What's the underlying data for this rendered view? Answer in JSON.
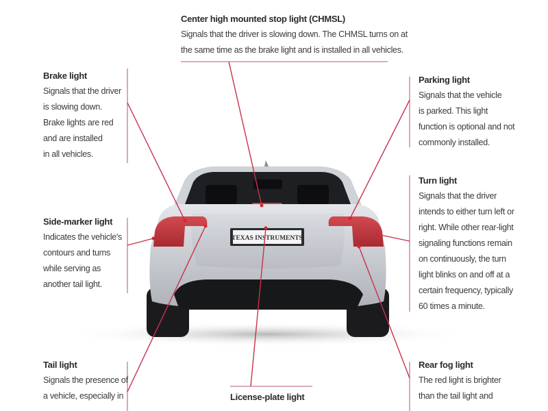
{
  "colors": {
    "leader_line": "#c8314a",
    "bracket_line": "#c87a92",
    "text": "#3a3a3a",
    "title": "#2b2b2b",
    "car_body": "#c9ccd1",
    "tail_light": "#c8343c"
  },
  "car": {
    "license_plate_text": "TEXAS INSTRUMENTS"
  },
  "callouts": {
    "chmsl": {
      "title": "Center high mounted stop light (CHMSL)",
      "lines": [
        "Signals that the driver is slowing down. The CHMSL turns on at",
        "the same time as the brake light and is installed in all vehicles."
      ]
    },
    "brake": {
      "title": "Brake light",
      "lines": [
        "Signals that the driver",
        "is slowing down.",
        "Brake lights are red",
        "and are installed",
        "in all vehicles."
      ]
    },
    "parking": {
      "title": "Parking light",
      "lines": [
        "Signals that the vehicle",
        "is parked. This light",
        "function is optional and not",
        "commonly installed."
      ]
    },
    "turn": {
      "title": "Turn light",
      "lines": [
        "Signals that the driver",
        "intends to either turn left or",
        "right. While other rear-light",
        "signaling functions remain",
        "on continuously, the turn",
        "light blinks on and off at a",
        "certain frequency, typically",
        "60 times a minute."
      ]
    },
    "side_marker": {
      "title": "Side-marker light",
      "lines": [
        "Indicates the vehicle's",
        "contours and turns",
        "while serving as",
        "another tail light."
      ]
    },
    "tail": {
      "title": "Tail light",
      "lines": [
        "Signals the presence of",
        "a vehicle, especially in"
      ]
    },
    "license_plate": {
      "title": "License-plate light",
      "lines": []
    },
    "rear_fog": {
      "title": "Rear fog light",
      "lines": [
        "The red light is brighter",
        "than the tail light and"
      ]
    }
  }
}
